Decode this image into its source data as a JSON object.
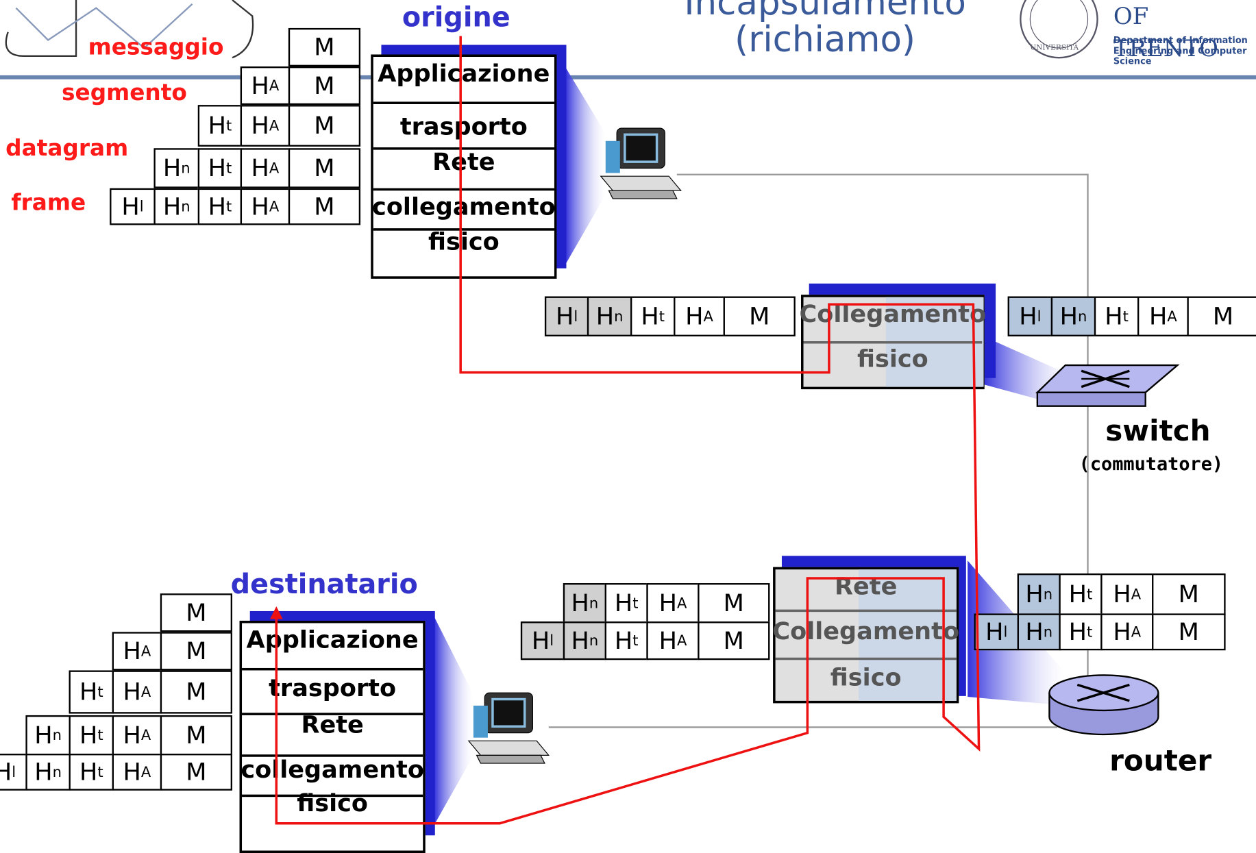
{
  "header": {
    "title_line1": "Incapsulamento",
    "title_line2": "(richiamo)",
    "logo_text": "OF TRENTO",
    "logo_dept_line1": "Department of Information",
    "logo_dept_line2": "Engineering and Computer Science"
  },
  "labels": {
    "messaggio": "messaggio",
    "segmento": "segmento",
    "datagram": "datagram",
    "frame": "frame",
    "origine": "origine",
    "destinatario": "destinatario",
    "switch": "switch",
    "switch_sub": "(commutatore)",
    "router": "router"
  },
  "layers": {
    "applicazione": "Applicazione",
    "trasporto": "trasporto",
    "rete": "Rete",
    "collegamento": "collegamento",
    "fisico": "fisico",
    "collegamento_cap": "Collegamento"
  },
  "headers": {
    "M": "M",
    "HA": "H",
    "HA_sub": "A",
    "Ht": "H",
    "Ht_sub": "t",
    "Hn": "H",
    "Hn_sub": "n",
    "Hl": "H",
    "Hl_sub": "l"
  },
  "colors": {
    "red_path": "#ee1111",
    "stack_shadow": "#2222cc",
    "title": "#3a5a9a",
    "label_red": "#ff1a1a",
    "label_blue": "#3333cc"
  }
}
